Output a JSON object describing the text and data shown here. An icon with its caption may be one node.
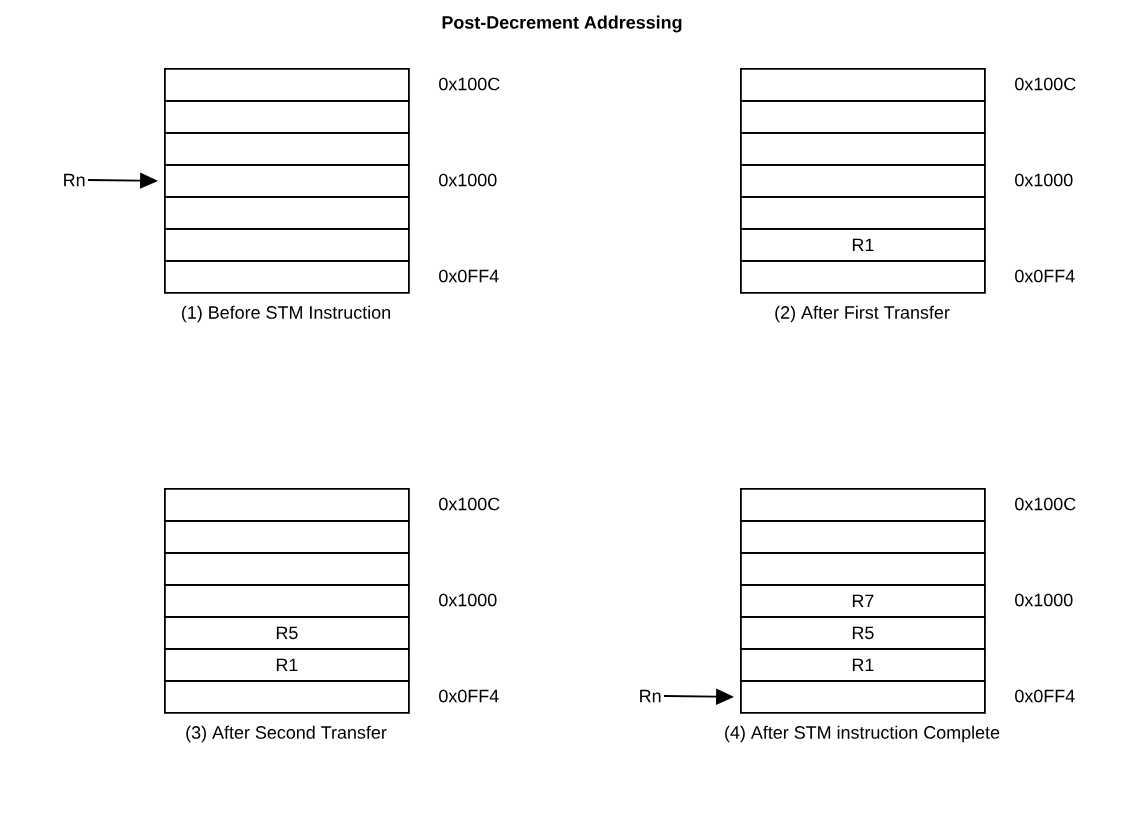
{
  "diagram": {
    "title": "Post-Decrement Addressing",
    "nodes": [
      {
        "text": [],
        "shape": "box"
      },
      {
        "text": [],
        "shape": "box"
      },
      {
        "text": [],
        "shape": "box"
      },
      {
        "text": [],
        "shape": "box"
      },
      {
        "text": [],
        "shape": "box"
      },
      {
        "text": [],
        "shape": "box"
      },
      {
        "text": [],
        "shape": "box"
      },
      {
        "text": [
          "Rn"
        ]
      },
      {
        "text": [],
        "shape": "box"
      },
      {
        "text": [],
        "shape": "box"
      },
      {
        "text": [],
        "shape": "box"
      },
      {
        "text": [],
        "shape": "box"
      },
      {
        "text": [],
        "shape": "box"
      },
      {
        "text": [
          "R1"
        ]
      },
      {
        "text": [],
        "shape": "box"
      },
      {
        "text": [],
        "shape": "box"
      },
      {
        "text": [],
        "shape": "box"
      },
      {
        "text": [],
        "shape": "box"
      },
      {
        "text": [],
        "shape": "box"
      },
      {
        "text": [
          "R5"
        ]
      },
      {
        "text": [
          "R1"
        ]
      },
      {
        "text": [],
        "shape": "box"
      },
      {
        "text": [],
        "shape": "box"
      },
      {
        "text": [],
        "shape": "box"
      },
      {
        "text": [],
        "shape": "box"
      },
      {
        "text": [
          "R7"
        ]
      },
      {
        "text": [
          "R5"
        ]
      },
      {
        "text": [
          "R1"
        ]
      },
      {
        "text": [],
        "shape": "box"
      },
      {
        "text": [
          "Rn"
        ]
      }
    ],
    "edges": [
      {
        "from": 7,
        "to": 3,
        "arrow": "to"
      },
      {
        "from": 29,
        "to": 28,
        "arrow": "to"
      }
    ],
    "labels": [
      "0x100C",
      "0x1000",
      "0x0FF4",
      "(1) Before STM Instruction",
      "0x100C",
      "0x1000",
      "0x0FF4",
      "(2) After First Transfer",
      "0x100C",
      "0x1000",
      "0x0FF4",
      "(3) After Second Transfer",
      "0x100C",
      "0x1000",
      "0x0FF4",
      "(4) After STM instruction Complete"
    ]
  }
}
